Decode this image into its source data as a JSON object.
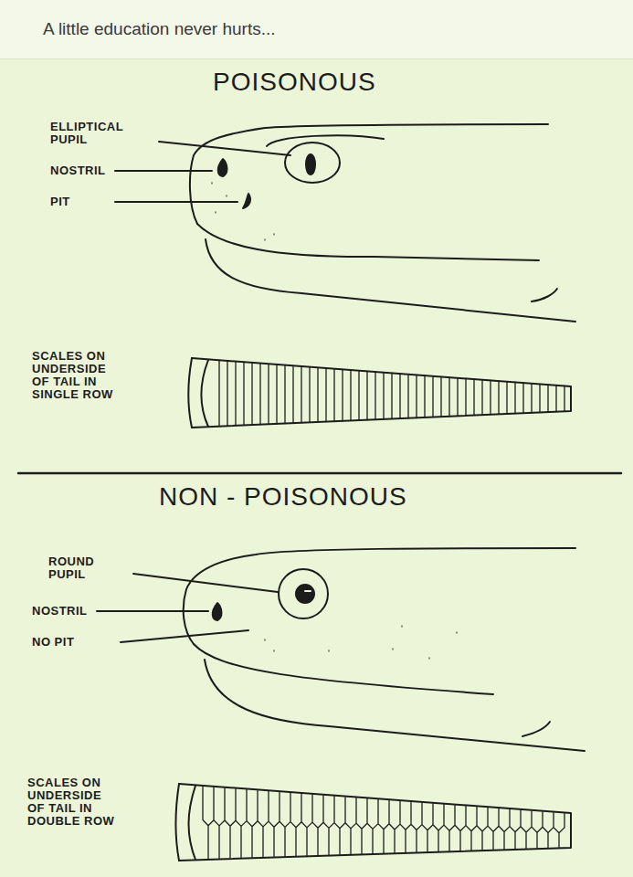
{
  "diagram": {
    "title": "A little education never hurts...",
    "labels": [
      "POISONOUS",
      "ELLIPTICAL PUPIL",
      "NOSTRIL",
      "PIT",
      "SCALES ON UNDERSIDE OF TAIL IN SINGLE ROW",
      "NON - POISONOUS",
      "ROUND PUPIL",
      "NOSTRIL",
      "NO PIT",
      "SCALES ON UNDERSIDE OF TAIL IN DOUBLE ROW"
    ]
  }
}
